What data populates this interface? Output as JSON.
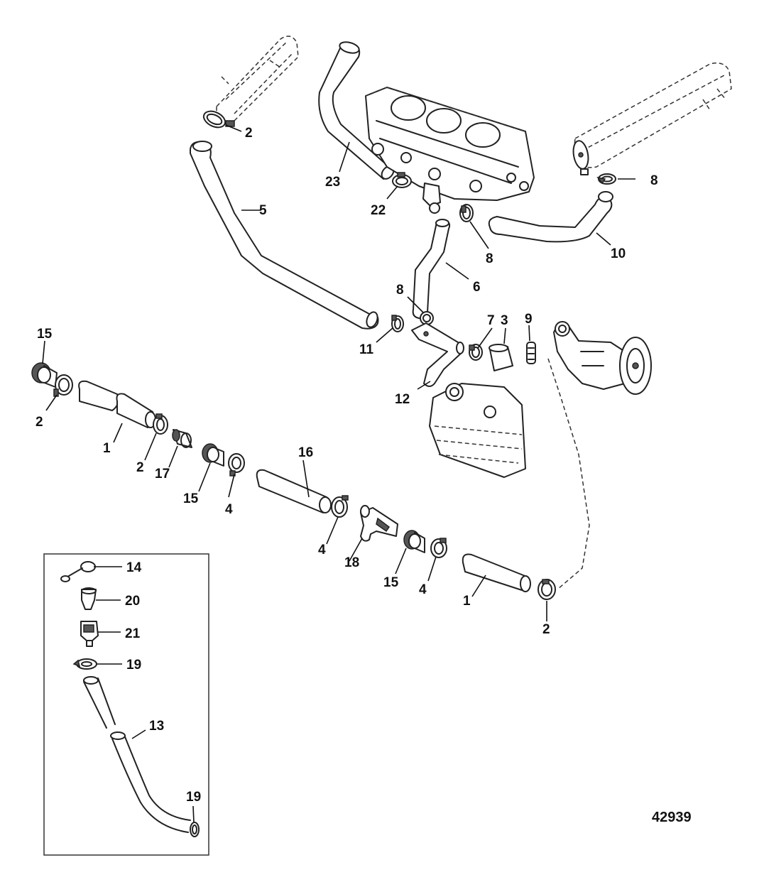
{
  "figure_id": "42939",
  "inset_border_color": "#333333",
  "line_color": "#222222",
  "callouts": [
    {
      "label": "2"
    },
    {
      "label": "23"
    },
    {
      "label": "22"
    },
    {
      "label": "8"
    },
    {
      "label": "8"
    },
    {
      "label": "10"
    },
    {
      "label": "5"
    },
    {
      "label": "6"
    },
    {
      "label": "8"
    },
    {
      "label": "7"
    },
    {
      "label": "3"
    },
    {
      "label": "9"
    },
    {
      "label": "11"
    },
    {
      "label": "12"
    },
    {
      "label": "15"
    },
    {
      "label": "2"
    },
    {
      "label": "1"
    },
    {
      "label": "2"
    },
    {
      "label": "17"
    },
    {
      "label": "15"
    },
    {
      "label": "4"
    },
    {
      "label": "16"
    },
    {
      "label": "4"
    },
    {
      "label": "18"
    },
    {
      "label": "15"
    },
    {
      "label": "4"
    },
    {
      "label": "1"
    },
    {
      "label": "2"
    },
    {
      "label": "14"
    },
    {
      "label": "20"
    },
    {
      "label": "21"
    },
    {
      "label": "19"
    },
    {
      "label": "13"
    },
    {
      "label": "19"
    }
  ]
}
